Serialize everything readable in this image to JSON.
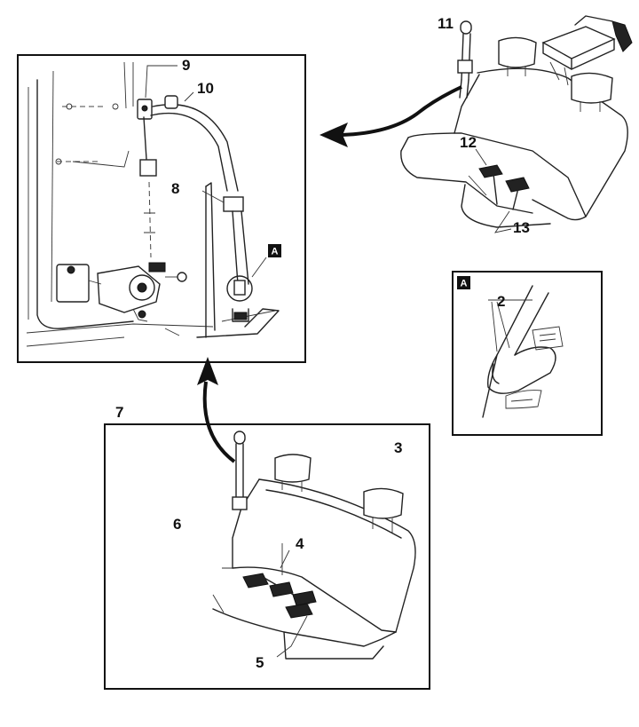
{
  "labels": {
    "n2": "2",
    "n3": "3",
    "n4": "4",
    "n5": "5",
    "n6": "6",
    "n7": "7",
    "n8": "8",
    "n9": "9",
    "n10": "10",
    "n11": "11",
    "n12": "12",
    "n13": "13",
    "detail_tag": "A"
  }
}
